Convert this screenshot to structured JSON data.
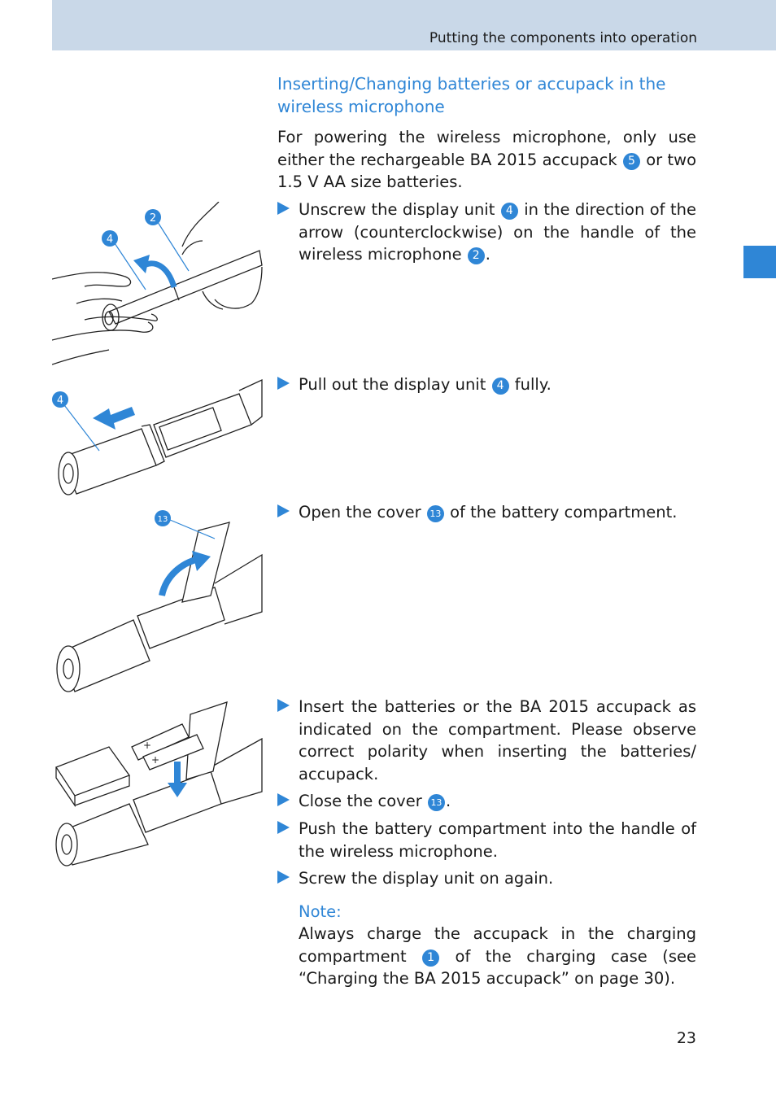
{
  "header": {
    "section_title": "Putting the components into operation"
  },
  "heading": "Inserting/Changing batteries or accupack in the wireless microphone",
  "intro": {
    "text_a": "For powering the wireless microphone, only use either the rechargeable BA 2015 accupack ",
    "num": "5",
    "text_b": " or two 1.5 V AA size batteries."
  },
  "steps": [
    {
      "a": "Unscrew the display unit ",
      "n1": "4",
      "b": " in the direction of the arrow (counterclockwise) on the handle of the wireless microphone ",
      "n2": "2",
      "c": "."
    },
    {
      "a": "Pull out the display unit ",
      "n1": "4",
      "b": " fully."
    },
    {
      "a": "Open the cover ",
      "n1": "13",
      "b": " of the battery compartment."
    },
    {
      "a": "Insert the batteries or the BA 2015 accupack as indicated on the compartment. Please observe correct polarity when inserting the batteries/ accupack."
    },
    {
      "a": "Close the cover ",
      "n1": "13",
      "b": "."
    },
    {
      "a": "Push the battery compartment into the handle of the wireless microphone."
    },
    {
      "a": "Screw the display unit on again."
    }
  ],
  "note": {
    "label": "Note:",
    "a": "Always charge the accupack in the charging compartment ",
    "n1": "1",
    "b": " of the charging case (see “Charging the BA 2015 accupack” on page 30)."
  },
  "illustrations": {
    "fig1_callouts": [
      "2",
      "4"
    ],
    "fig2_callouts": [
      "4"
    ],
    "fig3_callouts": [
      "13"
    ]
  },
  "page_number": "23",
  "colors": {
    "accent": "#2f86d6",
    "header_band": "#c9d8e8"
  }
}
